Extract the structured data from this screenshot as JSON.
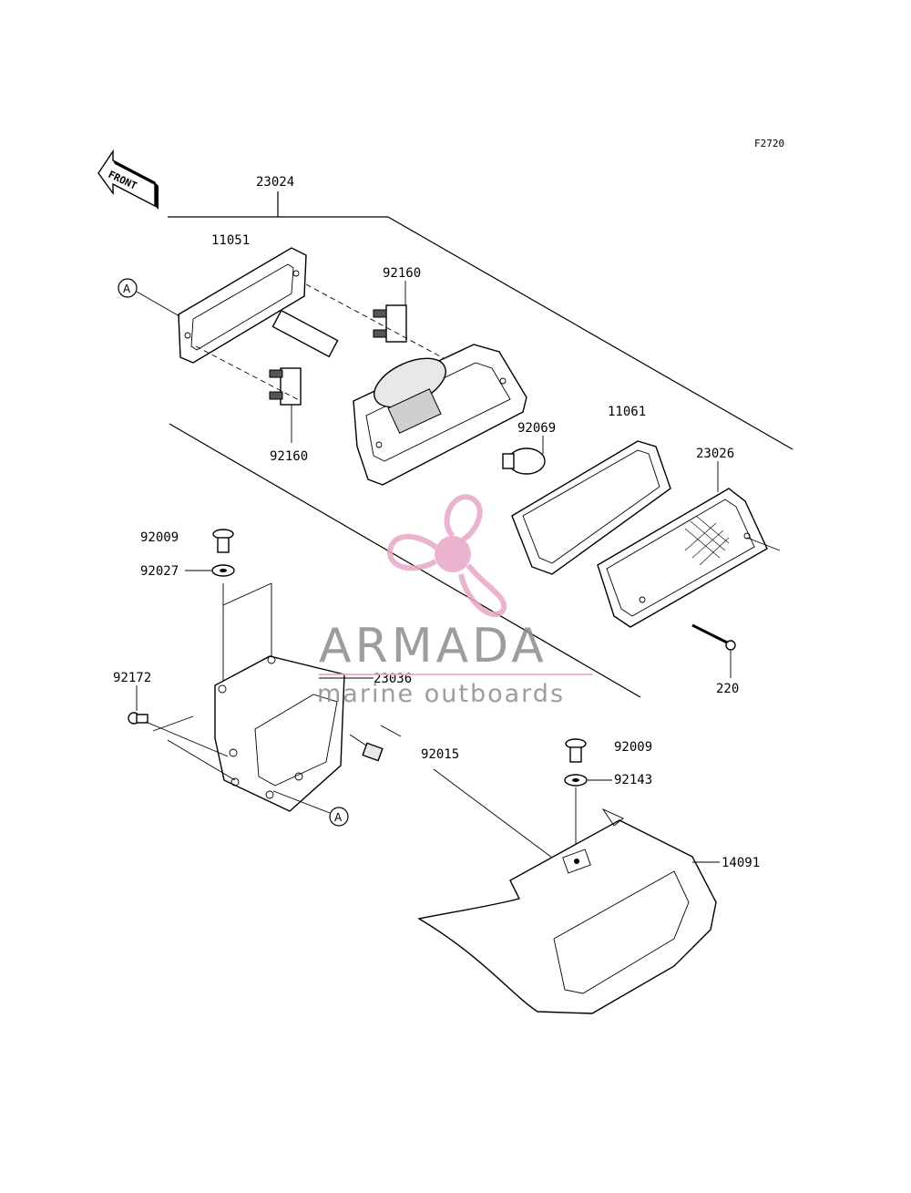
{
  "figure_code": "F2720",
  "front_label": "FRONT",
  "callout_a": "A",
  "parts": {
    "p23024": "23024",
    "p11051": "11051",
    "p92160_top": "92160",
    "p92160_bottom": "92160",
    "p11061": "11061",
    "p92069": "92069",
    "p23026": "23026",
    "p220": "220",
    "p92009_left": "92009",
    "p92027": "92027",
    "p92172": "92172",
    "p23036": "23036",
    "p92015": "92015",
    "p92009_right": "92009",
    "p92143": "92143",
    "p14091": "14091"
  },
  "watermark": {
    "brand": "ARMADA",
    "tagline": "marine outboards",
    "color_pink": "#e8a6c6",
    "color_grey": "#8c8c8c"
  }
}
